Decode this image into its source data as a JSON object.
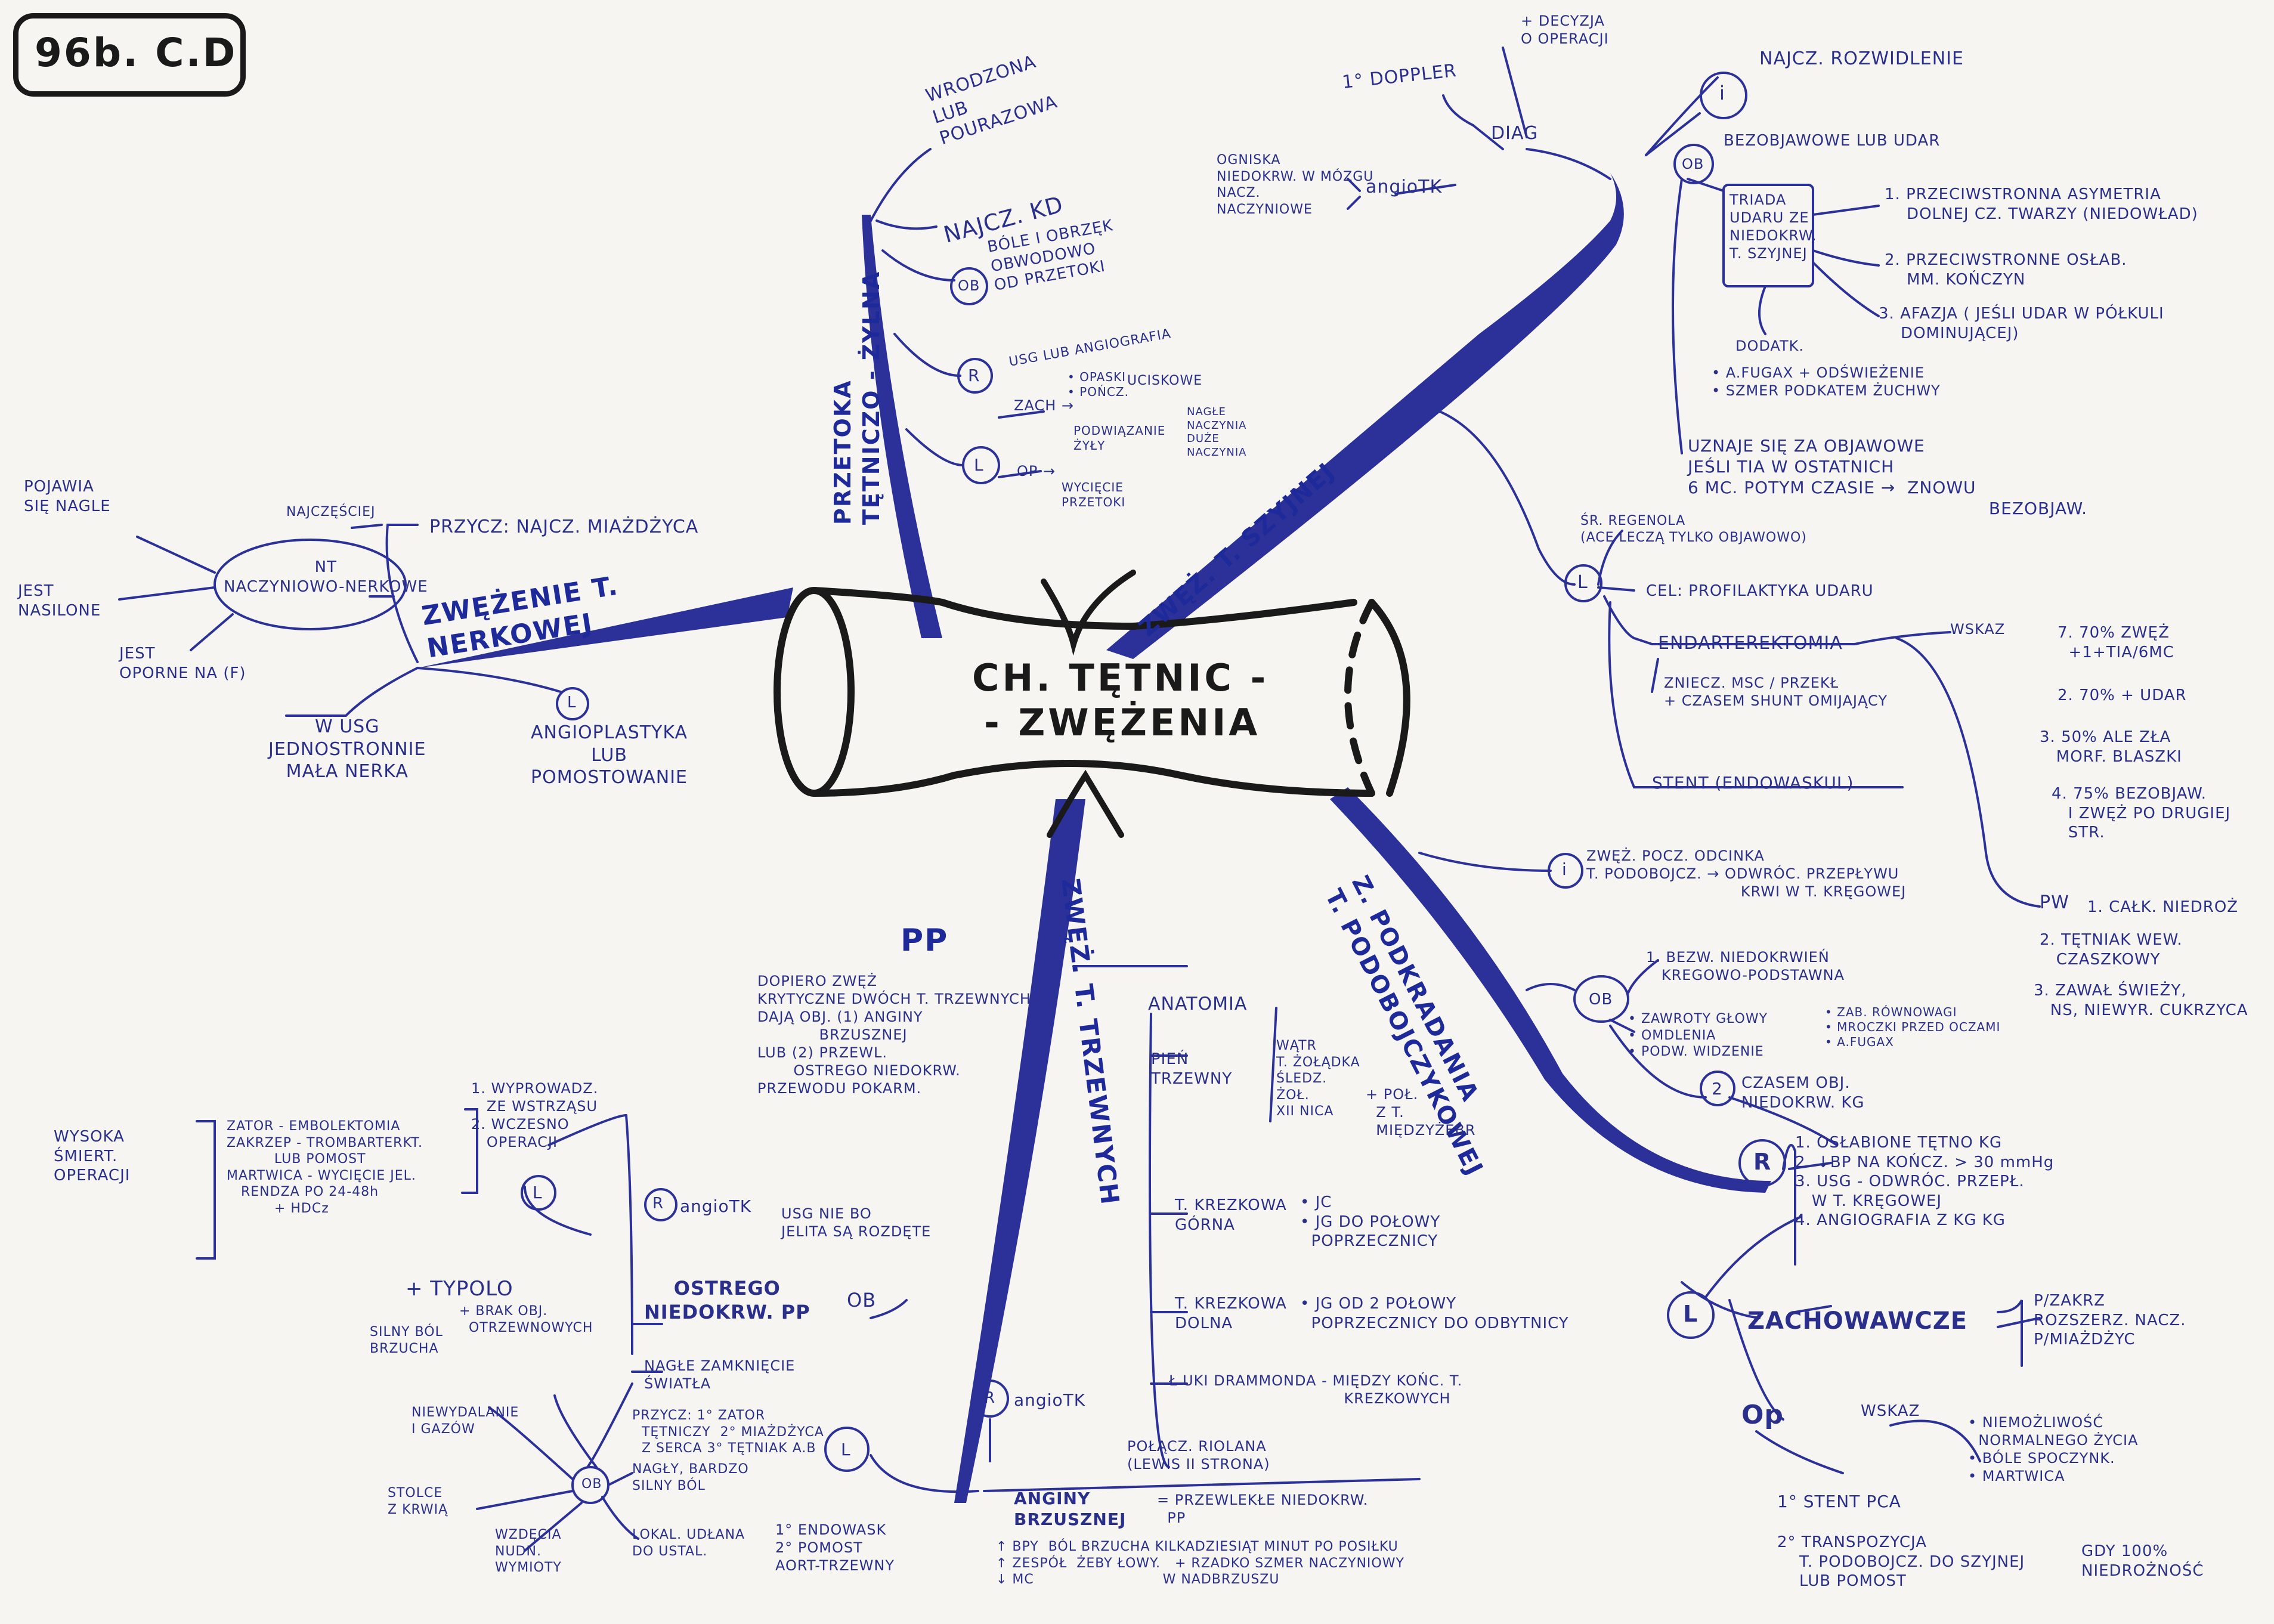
{
  "title": "96b. C.D",
  "center": {
    "line1": "CH. TĘTNIC -",
    "line2": "- ZWĘŻENIA"
  },
  "colors": {
    "ink": "#2a2f8c",
    "marker": "#2b3199",
    "outline": "#1a1a1a",
    "paper": "#f6f5f1"
  },
  "branches": {
    "renal": "ZWĘŻENIE T.\nNERKOWEJ",
    "venous": "PRZETOKA\nTĘTNICZO - ŻYLNA",
    "carotid": "ZWĘŻ. T. SZYJNEJ",
    "subclavian": "Z. PODKRADANIA\nT. PODOBOJCZYKOWEJ",
    "mesenteric": "ZWĘŻ. T. TRZEWNYCH"
  },
  "renal": {
    "causes_small": "NAJCZĘŚCIEJ",
    "causes": "PRZYCZ: NAJCZ. MIAŻDŻYCA",
    "nt": "NT\nNACZYNIOWO-NERKOWE",
    "nt_1": "POJAWIA\nSIĘ NAGLE",
    "nt_2": "JEST\nNASILONE",
    "nt_3": "JEST\nOPORNE NA (F)",
    "usg": "W USG\nJEDNOSTRONNIE\nMAŁA NERKA",
    "l_label": "L",
    "treatment": "ANGIOPLASTYKA\nLUB\nPOMOSTOWANIE"
  },
  "fistula": {
    "origin": "WRODZONA\nLUB\nPOURAZOWA",
    "location": "NAJCZ. KD",
    "obj_circle": "OB",
    "objawy": "BÓLE I OBRZĘK\nOBWODOWO\nOD PRZETOKI",
    "r_circle": "R",
    "diag": "USG LUB ANGIOGRAFIA",
    "l_circle": "L",
    "zach": "ZACH →",
    "zach_items": "• OPASKI\n• POŃCZ.",
    "zach_result": "UCISKOWE",
    "op": "OP →",
    "op_1": "PODWIĄZANIE\nŻYŁY",
    "op_1b": "WYCIĘCIE\nPRZETOKI",
    "op_result": "NAGŁE\nNACZYNIA\nDUŻE\nNACZYNIA"
  },
  "carotid": {
    "doppler": "1° DOPPLER",
    "decision": "+ DECYZJA\nO OPERACJI",
    "diag": "DIAG",
    "angio_items": "OGNISKA\nNIEDOKRW. W MÓZGU\nNACZ.\nNACZYNIOWE",
    "angio": "angioTK",
    "i_circle": "i",
    "najcz": "NAJCZ. ROZWIDLENIE",
    "ob_circle": "OB",
    "bez": "BEZOBJAWOWE LUB UDAR",
    "triad_box": "TRIADA\nUDARU ZE\nNIEDOKRW.\nT. SZYJNEJ",
    "triad_1": "1. PRZECIWSTRONNA ASYMETRIA\n    DOLNEJ CZ. TWARZY (NIEDOWŁAD)",
    "triad_2": "2. PRZECIWSTRONNE OSŁAB.\n    MM. KOŃCZYN",
    "triad_3": "3. AFAZJA ( JEŚLI UDAR W PÓŁKULI\n    DOMINUJĄCEJ)",
    "dodatk": "DODATK.",
    "dodatk_items": "• A.FUGAX + ODŚWIEŻENIE\n• SZMER PODKATEM ŻUCHWY",
    "tia": "UZNAJE SIĘ ZA OBJAWOWE\nJEŚLI TIA W OSTATNICH\n6 MC. POTYM CZASIE →  ZNOWU\n                                                   BEZOBJAW.",
    "l_circle": "L",
    "l_1": "ŚR. REGENOLA\n(ACE LECZĄ TYLKO OBJAWOWO)",
    "l_2": "CEL: PROFILAKTYKA UDARU",
    "endart": "ENDARTEREKTOMIA",
    "endart_1": "ZNIECZ. MSC / PRZEKŁ\n+ CZASEM SHUNT OMIJAJĄCY",
    "stent": "STENT (ENDOWASKUL)",
    "wskaz": "WSKAZ",
    "w_1": "7. 70% ZWĘŻ\n  +1+TIA/6MC",
    "w_2": "2. 70% + UDAR",
    "w_3": "3. 50% ALE ZŁA\n   MORF. BLASZKI",
    "w_4": "4. 75% BEZOBJAW.\n   I ZWĘŻ PO DRUGIEJ\n   STR.",
    "pw": "PW",
    "pw_1": "1. CAŁK. NIEDROŻ",
    "pw_2": "2. TĘTNIAK WEW.\n   CZASZKOWY",
    "pw_3": "3. ZAWAŁ ŚWIEŻY,\n   NS, NIEWYR. CUKRZYCA"
  },
  "subclavian": {
    "i_circle": "i",
    "def": "ZWĘŻ. POCZ. ODCINKA\nT. PODOBOJCZ. → ODWRÓC. PRZEPŁYWU\n                              KRWI W T. KRĘGOWEJ",
    "ob_circle": "OB",
    "ob_1": "1. BEZW. NIEDOKRWIEŃ\n   KREGOWO-PODSTAWNA",
    "ob_items_a": "• ZAWROTY GŁOWY\n• OMDLENIA\n• PODW. WIDZENIE",
    "ob_items_b": "• ZAB. RÓWNOWAGI\n• MROCZKI PRZED OCZAMI\n• A.FUGAX",
    "ob_2": "CZASEM OBJ.\nNIEDOKRW. KG",
    "two": "2",
    "r_circle": "R",
    "r_items": "1. OSŁABIONE TĘTNO KG\n2. ↓BP NA KOŃCZ. > 30 mmHg\n3. USG - ODWRÓC. PRZEPŁ.\n   W T. KRĘGOWEJ\n4. ANGIOGRAFIA Z KG KG",
    "l_circle": "L",
    "zach": "ZACHOWAWCZE",
    "zach_items": "P/ZAKRZ\nROZSZERZ. NACZ.\nP/MIAŻDŻYC",
    "op": "Op",
    "op_wskaz": "WSKAZ",
    "op_w": "• NIEMOŻLIWOŚĆ\n  NORMALNEGO ŻYCIA\n• BÓLE SPOCZYNK.\n• MARTWICA",
    "op_1": "1° STENT PCA",
    "op_2": "2° TRANSPOZYCJA\n    T. PODOBOJCZ. DO SZYJNEJ\n    LUB POMOST",
    "op_2_cond": "GDY 100%\nNIEDROŻNOŚĆ"
  },
  "mesenteric": {
    "pp": "PP",
    "pp_note": "DOPIERO ZWĘŻ\nKRYTYCZNE DWÓCH T. TRZEWNYCH\nDAJĄ OBJ. (1) ANGINY\n            BRZUSZNEJ\nLUB (2) PRZEWL.\n       OSTREGO NIEDOKRW.\nPRZEWODU POKARM.",
    "anatomia": "ANATOMIA",
    "pien": "PIEŃ\nTRZEWNY",
    "pien_items": "WĄTR\nT. ŻOŁĄDKA\nŚLEDZ.\nŻOŁ.\nXII NICA",
    "pien_pot": "+ POŁ.\n  Z T.\n  MIĘDZYŻEBR",
    "kr_gorna": "T. KREZKOWA\nGÓRNA",
    "kr_gorna_i": "• JC\n• JG DO POŁOWY\n  POPRZECZNICY",
    "kr_dolna": "T. KREZKOWA\nDOLNA",
    "kr_dolna_i": "• JG OD 2 POŁOWY\n  POPRZECZNICY DO ODBYTNICY",
    "drummond": "Ł UKI DRAMMONDA - MIĘDZY KOŃC. T.\n                                  KREZKOWYCH",
    "riolan": "POŁĄCZ. RIOLANA\n(LEWIS II STRONA)",
    "r_circle": "R",
    "r_angio": "angioTK",
    "r_usg": "USG NIE BO\nJELITA SĄ ROZDĘTE",
    "ostre_title": "OSTREGO\nNIEDOKRW. PP",
    "ostre_ob": "OB",
    "ostre_1": "NAGŁE ZAMKNIĘCIE\nŚWIATŁA",
    "ostre_2": "PRZYCZ: 1° ZATOR\n  TĘTNICZY  2° MIAŻDŻYCA\n  Z SERCA 3° TĘTNIAK A.B",
    "l_circle": "L",
    "l_items": "1. WYPROWADZ.\n   ZE WSTRZĄSU\n2. WCZESNO\n   OPERACJI",
    "high": "WYSOKA\nŚMIERT.\nOPERACJI",
    "ops": "ZATOR - EMBOLEKTOMIA\nZAKRZEP - TROMBARTERKT.\n          LUB POMOST\nMARTWICA - WYCIĘCIE JEL.\n   RENDZA PO 24-48h\n          + HDCz",
    "typolo": "+ TYPOLO",
    "typolo_1": "SILNY BÓL\nBRZUCHA",
    "typolo_2": "+ BRAK OBJ.\n  OTRZEWNOWYCH",
    "ob_small": "OB",
    "ob_s1": "NIEWYDALANIE\nI GAZÓW",
    "ob_s2": "STOLCE\nZ KRWIĄ",
    "ob_s3": "WZDĘCIA\nNUDN.\nWYMIOTY",
    "ob_s4": "NAGŁY, BARDZO\nSILNY BÓL",
    "ob_s5": "LOKAL. UDŁANA\nDO USTAL.",
    "angina_title": "ANGINY\nBRZUSZNEJ",
    "angina_eq": "= PRZEWLEKŁE NIEDOKRW.\n  PP",
    "angina_l": "L",
    "angina_r": "R",
    "angina_r_text": "angioTK",
    "angina_l_items": "1° ENDOWASK\n2° POMOST\nAORT-TRZEWNY",
    "angina_items": "↑ BPY  BÓL BRZUCHA KILKADZIESIĄT MINUT PO POSIŁKU\n↑ ZESPÓŁ  ŻEBY ŁOWY.   + RZADKO SZMER NACZYNIOWY\n↓ MC                           W NADBRZUSZU"
  }
}
